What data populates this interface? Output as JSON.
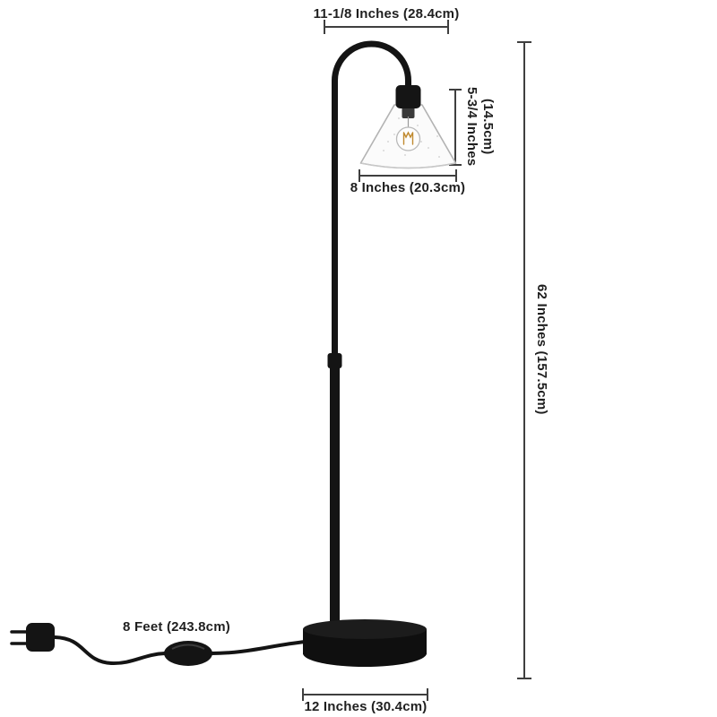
{
  "diagram": {
    "type": "product-dimensions",
    "product": "arc floor lamp with cone glass shade",
    "labels": {
      "arc_width": "11-1/8 Inches (28.4cm)",
      "shade_height": "5-3/4 Inches\n(14.5cm)",
      "shade_width": "8 Inches (20.3cm)",
      "lamp_height": "62 Inches (157.5cm)",
      "cord_length": "8 Feet (243.8cm)",
      "base_diameter": "12 Inches (30.4cm)"
    },
    "colors": {
      "background": "#ffffff",
      "lamp_black": "#141414",
      "dimension_line": "#3f3f3f",
      "label_text": "#1f1f1f",
      "glass_stroke": "#b3b3b3",
      "filament_amber": "#c08a30"
    }
  }
}
